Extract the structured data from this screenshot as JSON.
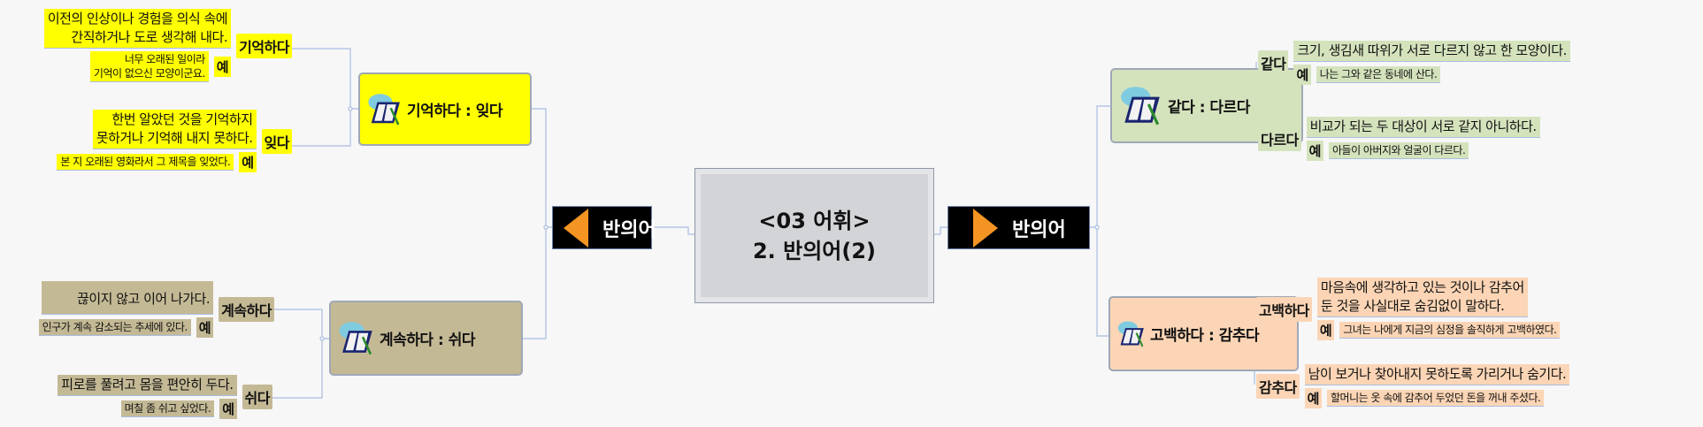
{
  "center": {
    "line1": "<03 어휘>",
    "line2": "2. 반의어(2)"
  },
  "branch_left": {
    "label": "반의어"
  },
  "branch_right": {
    "label": "반의어"
  },
  "colors": {
    "yellow": "#ffff00",
    "tan": "#c4b995",
    "green": "#d5e3bd",
    "peach": "#fbd5b5",
    "arrow": "#f39423",
    "line": "#a9bde0"
  },
  "nodes": [
    {
      "title": "기억하da : 잊다",
      "icon": "book-pen-icon",
      "words": [
        {
          "word": "기억하다",
          "definition": [
            "이전의 인상이나 경험을 의식 속에",
            "간직하거나 도로 생각해 내다."
          ],
          "example_label": "예",
          "example": [
            "너무 오래된 일이라",
            "기억이 없으신 모양이군요."
          ]
        },
        {
          "word": "잊다",
          "definition": [
            "한번 알았던 것을 기억하지",
            "못하거나 기억해 내지 못하다."
          ],
          "example_label": "예",
          "example": [
            "본 지 오래된 영화라서 그 제목을 잊었다."
          ]
        }
      ]
    },
    {
      "title": "계속하다 : 쉬다",
      "icon": "book-pen-icon",
      "words": [
        {
          "word": "계속하다",
          "definition": [
            "끊이지 않고 이어 나가다."
          ],
          "example_label": "예",
          "example": [
            "인구가 계속 감소되는 추세에 있다."
          ]
        },
        {
          "word": "쉬다",
          "definition": [
            "피로를 풀려고 몸을 편안히 두다."
          ],
          "example_label": "예",
          "example": [
            "며칠 좀 쉬고 싶었다."
          ]
        }
      ]
    },
    {
      "title": "같다 : 다르다",
      "icon": "book-pen-icon",
      "words": [
        {
          "word": "같다",
          "definition": [
            "크기, 생김새 따위가 서로 다르지 않고 한 모양이다."
          ],
          "example_label": "예",
          "example": [
            "나는 그와 같은 동네에 산다."
          ]
        },
        {
          "word": "다르다",
          "definition": [
            "비교가 되는 두 대상이 서로 같지 아니하다."
          ],
          "example_label": "예",
          "example": [
            "아들이 아버지와 얼굴이 다르다."
          ]
        }
      ]
    },
    {
      "title": "고백하다 : 감추다",
      "icon": "book-pen-icon",
      "words": [
        {
          "word": "고백하다",
          "definition": [
            "마음속에 생각하고 있는 것이나 감추어",
            "둔 것을 사실대로 숨김없이 말하다."
          ],
          "example_label": "예",
          "example": [
            "그녀는 나에게 지금의 심정을 솔직하게 고백하였다."
          ]
        },
        {
          "word": "감추다",
          "definition": [
            "남이 보거나 찾아내지 못하도록 가리거나 숨기다."
          ],
          "example_label": "예",
          "example": [
            "할머니는 옷 속에 감추어 두었던 돈을 꺼내 주셨다."
          ]
        }
      ]
    }
  ]
}
